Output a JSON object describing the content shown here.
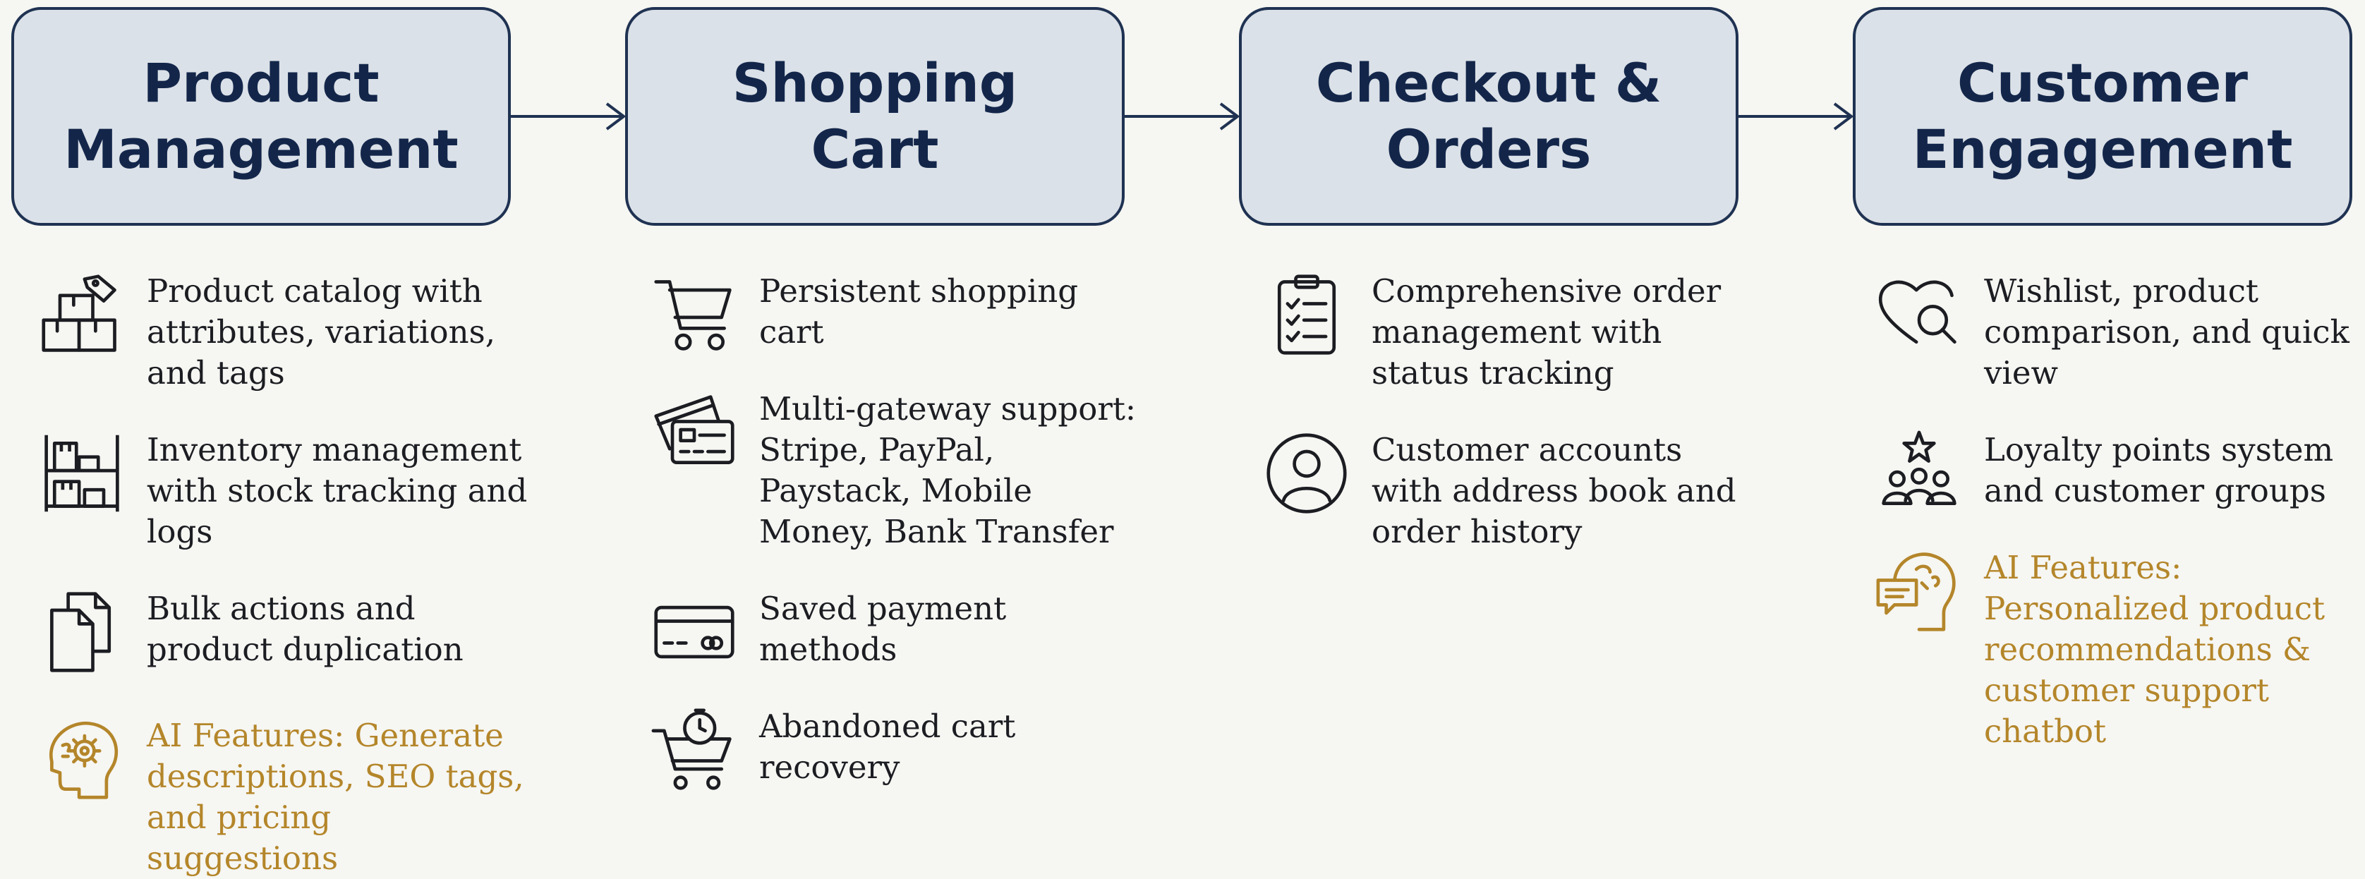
{
  "stages": [
    {
      "title": "Product\nManagement",
      "features": [
        {
          "icon": "tagged-boxes-icon",
          "text": "Product catalog with attributes, variations, and tags",
          "ai": false
        },
        {
          "icon": "inventory-shelves-icon",
          "text": "Inventory management with stock tracking and logs",
          "ai": false
        },
        {
          "icon": "duplicate-files-icon",
          "text": "Bulk actions and product duplication",
          "ai": false
        },
        {
          "icon": "ai-brain-gear-icon",
          "text": "AI Features: Generate descriptions, SEO tags, and pricing suggestions",
          "ai": true
        }
      ]
    },
    {
      "title": "Shopping\nCart",
      "features": [
        {
          "icon": "shopping-cart-icon",
          "text": "Persistent shopping cart",
          "ai": false
        },
        {
          "icon": "payment-cards-icon",
          "text": "Multi-gateway support: Stripe, PayPal, Paystack, Mobile Money, Bank Transfer",
          "ai": false
        },
        {
          "icon": "saved-card-icon",
          "text": "Saved payment methods",
          "ai": false
        },
        {
          "icon": "cart-timer-icon",
          "text": "Abandoned cart recovery",
          "ai": false
        }
      ]
    },
    {
      "title": "Checkout &\nOrders",
      "features": [
        {
          "icon": "clipboard-checklist-icon",
          "text": "Comprehensive order management with status tracking",
          "ai": false
        },
        {
          "icon": "user-account-icon",
          "text": "Customer accounts with address book and order history",
          "ai": false
        }
      ]
    },
    {
      "title": "Customer\nEngagement",
      "features": [
        {
          "icon": "heart-search-icon",
          "text": "Wishlist, product comparison, and quick view",
          "ai": false
        },
        {
          "icon": "star-group-icon",
          "text": "Loyalty points system and customer groups",
          "ai": false
        },
        {
          "icon": "ai-brain-chat-icon",
          "text": "AI Features: Personalized product recommendations & customer support chatbot",
          "ai": true
        }
      ]
    }
  ],
  "colors": {
    "background": "#f6f6f2",
    "box_fill": "#dbe1e8",
    "box_border": "#1f3252",
    "title": "#13264a",
    "text": "#1b1d22",
    "ai_accent": "#b4862a"
  }
}
